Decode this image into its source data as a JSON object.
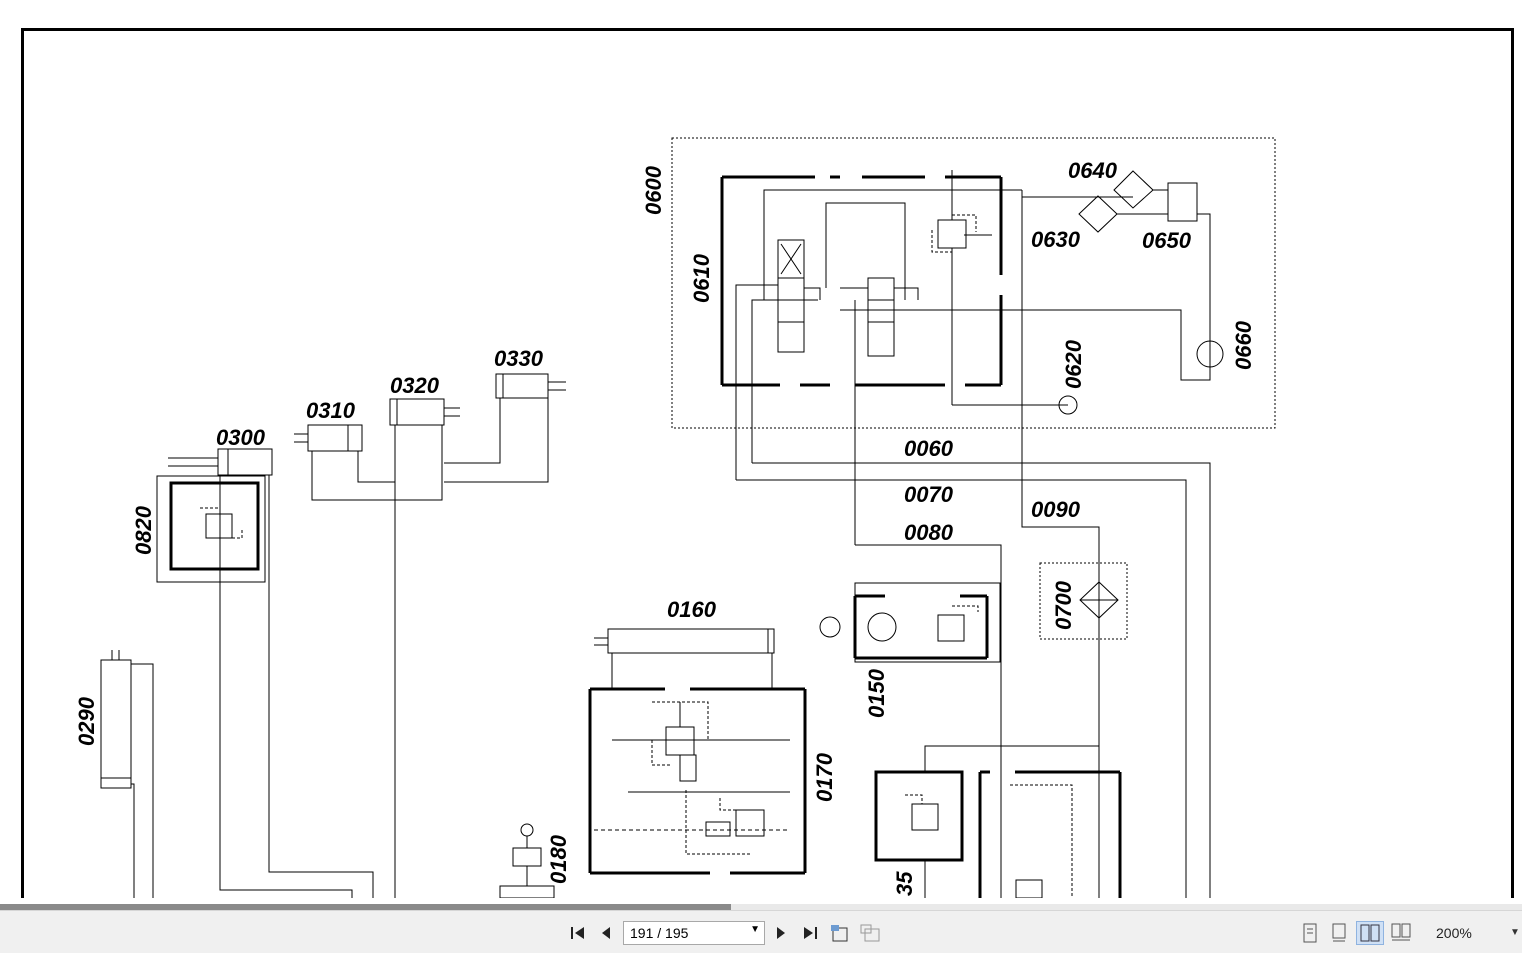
{
  "document": {
    "labels": {
      "l0600": "0600",
      "l0610": "0610",
      "l0640": "0640",
      "l0630": "0630",
      "l0650": "0650",
      "l0620": "0620",
      "l0660": "0660",
      "l0330": "0330",
      "l0320": "0320",
      "l0310": "0310",
      "l0300": "0300",
      "l0820": "0820",
      "l0060": "0060",
      "l0070": "0070",
      "l0090": "0090",
      "l0080": "0080",
      "l0700": "0700",
      "l0160": "0160",
      "l0150": "0150",
      "l0170": "0170",
      "l0290": "0290",
      "l0180": "0180",
      "l35": "35"
    }
  },
  "toolbar": {
    "page_indicator": "191 / 195",
    "zoom": "200%",
    "icons": [
      "first-page-icon",
      "prev-page-icon",
      "next-page-icon",
      "last-page-icon",
      "fit-page-icon",
      "fit-width-icon",
      "single-page-icon",
      "continuous-icon",
      "two-page-icon",
      "two-page-continuous-icon"
    ]
  },
  "scroll": {
    "horizontal_position": 0.48
  }
}
